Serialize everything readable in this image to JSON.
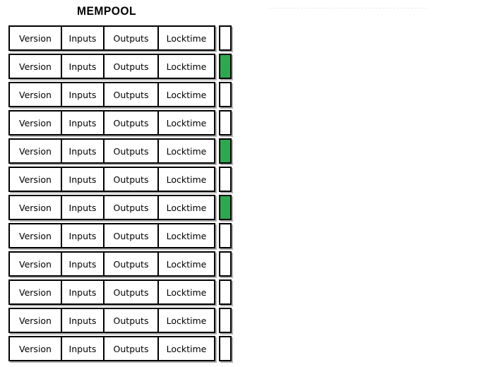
{
  "title": "MEMPOOL",
  "colors": {
    "confirmed": "#2ca94f",
    "pending": "#ffffff",
    "border": "#000000",
    "background": "#ffffff",
    "faint_rule": "#eceaea"
  },
  "columns": [
    "Version",
    "Inputs",
    "Outputs",
    "Locktime"
  ],
  "rows": [
    {
      "version": "Version",
      "inputs": "Inputs",
      "outputs": "Outputs",
      "locktime": "Locktime",
      "flag": "pending"
    },
    {
      "version": "Version",
      "inputs": "Inputs",
      "outputs": "Outputs",
      "locktime": "Locktime",
      "flag": "confirmed"
    },
    {
      "version": "Version",
      "inputs": "Inputs",
      "outputs": "Outputs",
      "locktime": "Locktime",
      "flag": "pending"
    },
    {
      "version": "Version",
      "inputs": "Inputs",
      "outputs": "Outputs",
      "locktime": "Locktime",
      "flag": "pending"
    },
    {
      "version": "Version",
      "inputs": "Inputs",
      "outputs": "Outputs",
      "locktime": "Locktime",
      "flag": "confirmed"
    },
    {
      "version": "Version",
      "inputs": "Inputs",
      "outputs": "Outputs",
      "locktime": "Locktime",
      "flag": "pending"
    },
    {
      "version": "Version",
      "inputs": "Inputs",
      "outputs": "Outputs",
      "locktime": "Locktime",
      "flag": "confirmed"
    },
    {
      "version": "Version",
      "inputs": "Inputs",
      "outputs": "Outputs",
      "locktime": "Locktime",
      "flag": "pending"
    },
    {
      "version": "Version",
      "inputs": "Inputs",
      "outputs": "Outputs",
      "locktime": "Locktime",
      "flag": "pending"
    },
    {
      "version": "Version",
      "inputs": "Inputs",
      "outputs": "Outputs",
      "locktime": "Locktime",
      "flag": "pending"
    },
    {
      "version": "Version",
      "inputs": "Inputs",
      "outputs": "Outputs",
      "locktime": "Locktime",
      "flag": "pending"
    },
    {
      "version": "Version",
      "inputs": "Inputs",
      "outputs": "Outputs",
      "locktime": "Locktime",
      "flag": "pending"
    }
  ]
}
